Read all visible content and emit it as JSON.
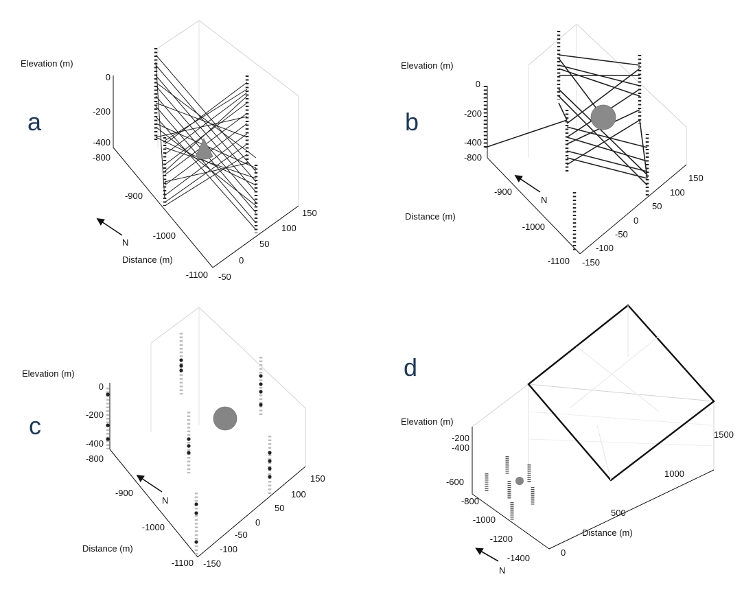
{
  "figure": {
    "panels": [
      {
        "id": "a",
        "letter": "a",
        "elevation_label": "Elevation (m)",
        "distance_label": "Distance (m)",
        "north_label": "N",
        "elevation_ticks": [
          "0",
          "-200",
          "-400"
        ],
        "distance_ticks": [
          "-800",
          "-900",
          "-1000",
          "-1100"
        ],
        "second_axis_ticks": [
          "150",
          "100",
          "50",
          "0",
          "-50"
        ]
      },
      {
        "id": "b",
        "letter": "b",
        "elevation_label": "Elevation (m)",
        "distance_label": "Distance (m)",
        "north_label": "N",
        "elevation_ticks": [
          "0",
          "-200",
          "-400"
        ],
        "distance_ticks": [
          "-800",
          "-900",
          "-1000",
          "-1100"
        ],
        "second_axis_ticks": [
          "150",
          "100",
          "50",
          "0",
          "-50",
          "-100",
          "-150"
        ]
      },
      {
        "id": "c",
        "letter": "c",
        "elevation_label": "Elevation (m)",
        "distance_label": "Distance (m)",
        "north_label": "N",
        "elevation_ticks": [
          "0",
          "-200",
          "-400"
        ],
        "distance_ticks": [
          "-800",
          "-900",
          "-1000",
          "-1100"
        ],
        "second_axis_ticks": [
          "150",
          "100",
          "50",
          "0",
          "-50",
          "-100",
          "-150"
        ]
      },
      {
        "id": "d",
        "letter": "d",
        "elevation_label": "Elevation (m)",
        "distance_label": "Distance (m)",
        "north_label": "N",
        "elevation_ticks": [
          "-200",
          "-400"
        ],
        "distance_ticks": [
          "-600",
          "-800",
          "-1000",
          "-1200",
          "-1400"
        ],
        "second_axis_ticks": [
          "1500",
          "1000",
          "500",
          "0"
        ]
      }
    ]
  }
}
